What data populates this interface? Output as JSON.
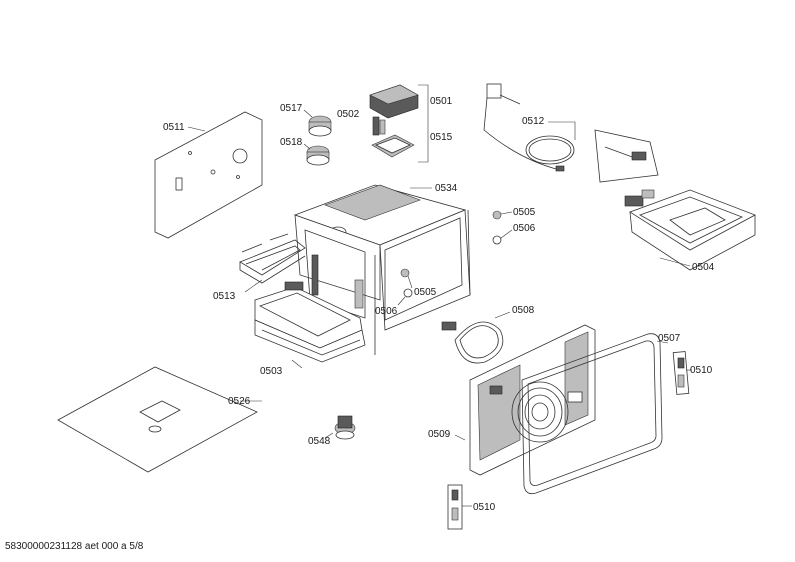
{
  "labels": {
    "p0501": "0501",
    "p0502": "0502",
    "p0503": "0503",
    "p0504": "0504",
    "p0505a": "0505",
    "p0505b": "0505",
    "p0506a": "0506",
    "p0506b": "0506",
    "p0507": "0507",
    "p0508": "0508",
    "p0509": "0509",
    "p0510a": "0510",
    "p0510b": "0510",
    "p0511": "0511",
    "p0512": "0512",
    "p0513": "0513",
    "p0515": "0515",
    "p0517": "0517",
    "p0518": "0518",
    "p0526": "0526",
    "p0534": "0534",
    "p0548": "0548"
  },
  "footer": "58300000231128 aet 000 a 5/8"
}
